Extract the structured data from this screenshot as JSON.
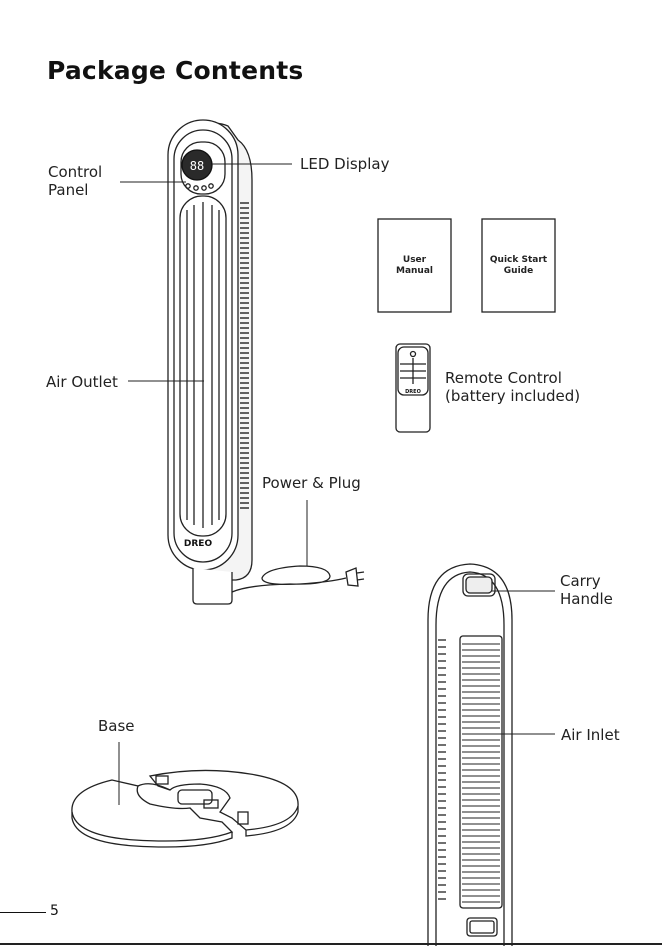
{
  "page": {
    "title": "Package Contents",
    "page_number": "5"
  },
  "labels": {
    "control_panel": "Control\nPanel",
    "led_display": "LED Display",
    "air_outlet": "Air Outlet",
    "power_plug": "Power & Plug",
    "remote_control": "Remote Control\n(battery included)",
    "carry_handle": "Carry\nHandle",
    "air_inlet": "Air Inlet",
    "base": "Base"
  },
  "booklets": {
    "user_manual": "User\nManual",
    "quick_start": "Quick Start\nGuide"
  },
  "branding": {
    "fan_logo": "DREO",
    "remote_logo": "DREO",
    "display_digits": "88"
  }
}
